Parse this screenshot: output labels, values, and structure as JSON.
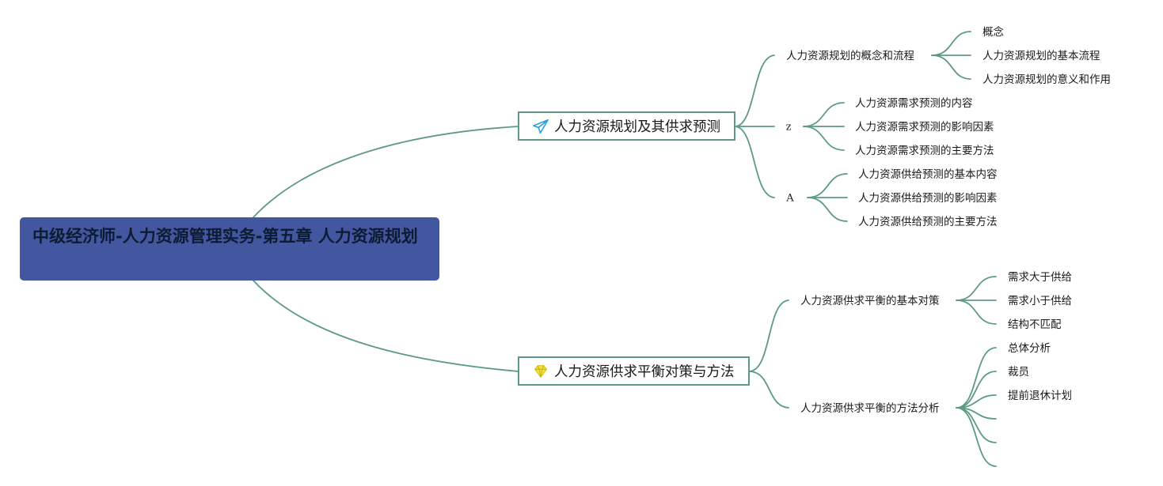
{
  "root": {
    "title": "中级经济师-人力资源管理实务-第五章 人力资源规划"
  },
  "branches": [
    {
      "label": "人力资源规划及其供求预测",
      "icon": "paper-plane-icon",
      "subtopics": [
        {
          "label": "人力资源规划的概念和流程",
          "children": [
            "概念",
            "人力资源规划的基本流程",
            "人力资源规划的意义和作用"
          ]
        },
        {
          "label": "z",
          "children": [
            "人力资源需求预测的内容",
            "人力资源需求预测的影响因素",
            "人力资源需求预测的主要方法"
          ]
        },
        {
          "label": "A",
          "children": [
            "人力资源供给预测的基本内容",
            "人力资源供给预测的影响因素",
            "人力资源供给预测的主要方法"
          ]
        }
      ]
    },
    {
      "label": "人力资源供求平衡对策与方法",
      "icon": "diamond-icon",
      "subtopics": [
        {
          "label": "人力资源供求平衡的基本对策",
          "children": [
            "需求大于供给",
            "需求小于供给",
            "结构不匹配"
          ]
        },
        {
          "label": "人力资源供求平衡的方法分析",
          "children": [
            "总体分析",
            "裁员",
            "提前退休计划",
            "",
            "",
            ""
          ]
        }
      ]
    }
  ],
  "colors": {
    "root_fill": "#4356a0",
    "line": "#5c9a82",
    "diamond": "#f2e23a",
    "plane": "#2e9fd9"
  }
}
